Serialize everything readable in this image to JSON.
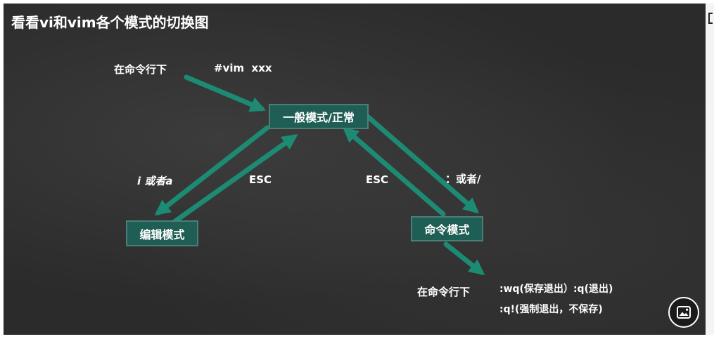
{
  "title": "看看vi和vim各个模式的切换图",
  "nodes": {
    "normal": "一般模式/正常",
    "edit": "编辑模式",
    "command": "命令模式"
  },
  "labels": {
    "cmdline_top": "在命令行下",
    "vim_cmd": "#vim  xxx",
    "i_or_a": "i 或者a",
    "esc_left": "ESC",
    "esc_right": "ESC",
    "colon_or_slash": "：或者/",
    "cmdline_bottom": "在命令行下",
    "save_quit": ":wq(保存退出）:q(退出)",
    "force_quit": ":q!(强制退出，不保存)"
  },
  "colors": {
    "background": "#2b2b2b",
    "arrow": "#1d8a73",
    "box_fill": "#1f5e54",
    "text": "#ffffff"
  },
  "icons": {
    "image_button": "image-icon"
  }
}
